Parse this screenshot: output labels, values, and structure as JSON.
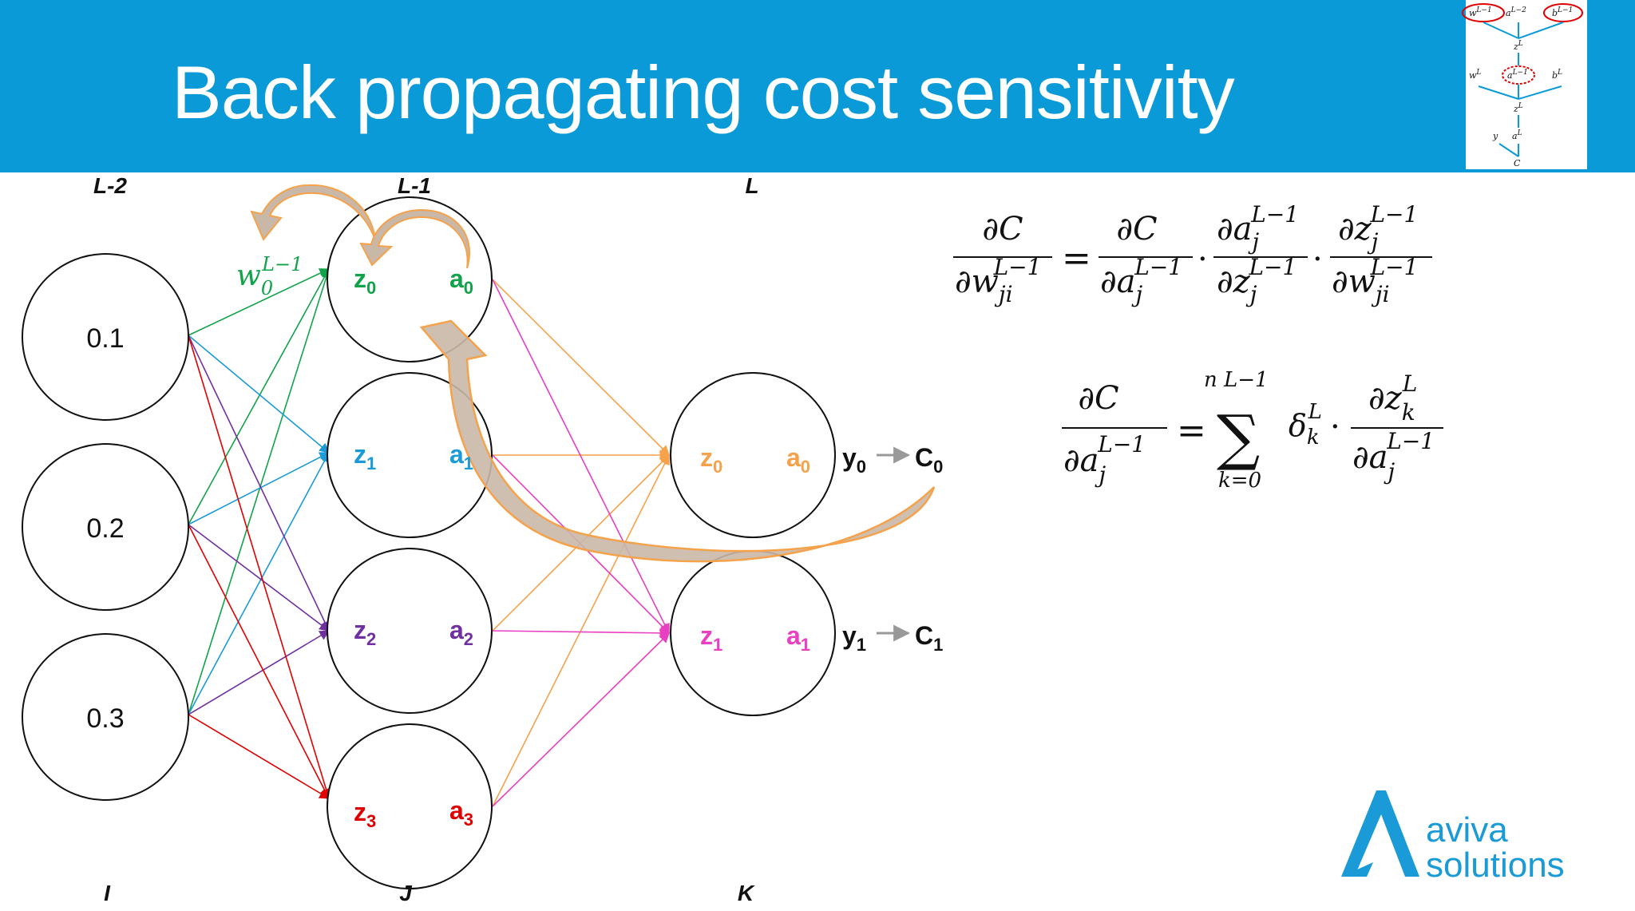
{
  "slide": {
    "title": "Back propagating cost sensitivity"
  },
  "colors": {
    "header": "#0b9ad8",
    "node0": "#12a34a",
    "node1": "#1a9bd7",
    "node2": "#7030a0",
    "node3": "#e00000",
    "out0": "#f5a24b",
    "out1": "#e840c0",
    "arrow": "#999999"
  },
  "layers": {
    "top": [
      "L-2",
      "L-1",
      "L"
    ],
    "bottom": [
      "I",
      "J",
      "K"
    ]
  },
  "input_nodes": [
    "0.1",
    "0.2",
    "0.3"
  ],
  "weight_label": {
    "base": "w",
    "sub": "0",
    "sup": "L−1"
  },
  "hidden_nodes": [
    {
      "z": "z",
      "a": "a",
      "sub": "0"
    },
    {
      "z": "z",
      "a": "a",
      "sub": "1"
    },
    {
      "z": "z",
      "a": "a",
      "sub": "2"
    },
    {
      "z": "z",
      "a": "a",
      "sub": "3"
    }
  ],
  "output_nodes": [
    {
      "z": "z",
      "a": "a",
      "sub": "0",
      "y": "y",
      "c": "C"
    },
    {
      "z": "z",
      "a": "a",
      "sub": "1",
      "y": "y",
      "c": "C"
    }
  ],
  "eq1": {
    "lhs_num": "∂C",
    "lhs_den": "∂w",
    "lhs_den_sub": "ji",
    "lhs_den_sup": "L−1",
    "eq": "=",
    "f1_num": "∂C",
    "f1_den": "∂a",
    "f1_den_sub": "j",
    "f1_den_sup": "L−1",
    "dot": "·",
    "f2_num": "∂a",
    "f2_num_sub": "j",
    "f2_num_sup": "L−1",
    "f2_den": "∂z",
    "f2_den_sub": "j",
    "f2_den_sup": "L−1",
    "f3_num": "∂z",
    "f3_num_sub": "j",
    "f3_num_sup": "L−1",
    "f3_den": "∂w",
    "f3_den_sub": "ji",
    "f3_den_sup": "L−1"
  },
  "eq2": {
    "lhs_num": "∂C",
    "lhs_den": "∂a",
    "lhs_den_sub": "j",
    "lhs_den_sup": "L−1",
    "eq": "=",
    "sum": "∑",
    "sum_top": "n  L−1",
    "sum_bottom": "k=0",
    "delta": "δ",
    "delta_sub": "k",
    "delta_sup": "L",
    "dot": "·",
    "f_num": "∂z",
    "f_num_sub": "k",
    "f_num_sup": "L",
    "f_den": "∂a",
    "f_den_sub": "j",
    "f_den_sup": "L−1"
  },
  "thumbnail": {
    "w": "w",
    "w_sup": "L−1",
    "a": "a",
    "a_sup": "L−2",
    "b": "b",
    "b_sup": "L−1",
    "z1": "z",
    "z1_sup": "L",
    "w2": "w",
    "w2_sup": "L",
    "a2": "a",
    "a2_sup": "L−1",
    "b2": "b",
    "b2_sup": "L",
    "z2": "z",
    "z2_sup": "L",
    "y": "y",
    "a3": "a",
    "a3_sup": "L",
    "c": "C"
  },
  "logo": {
    "line1": "aviva",
    "line2": "solutions"
  }
}
